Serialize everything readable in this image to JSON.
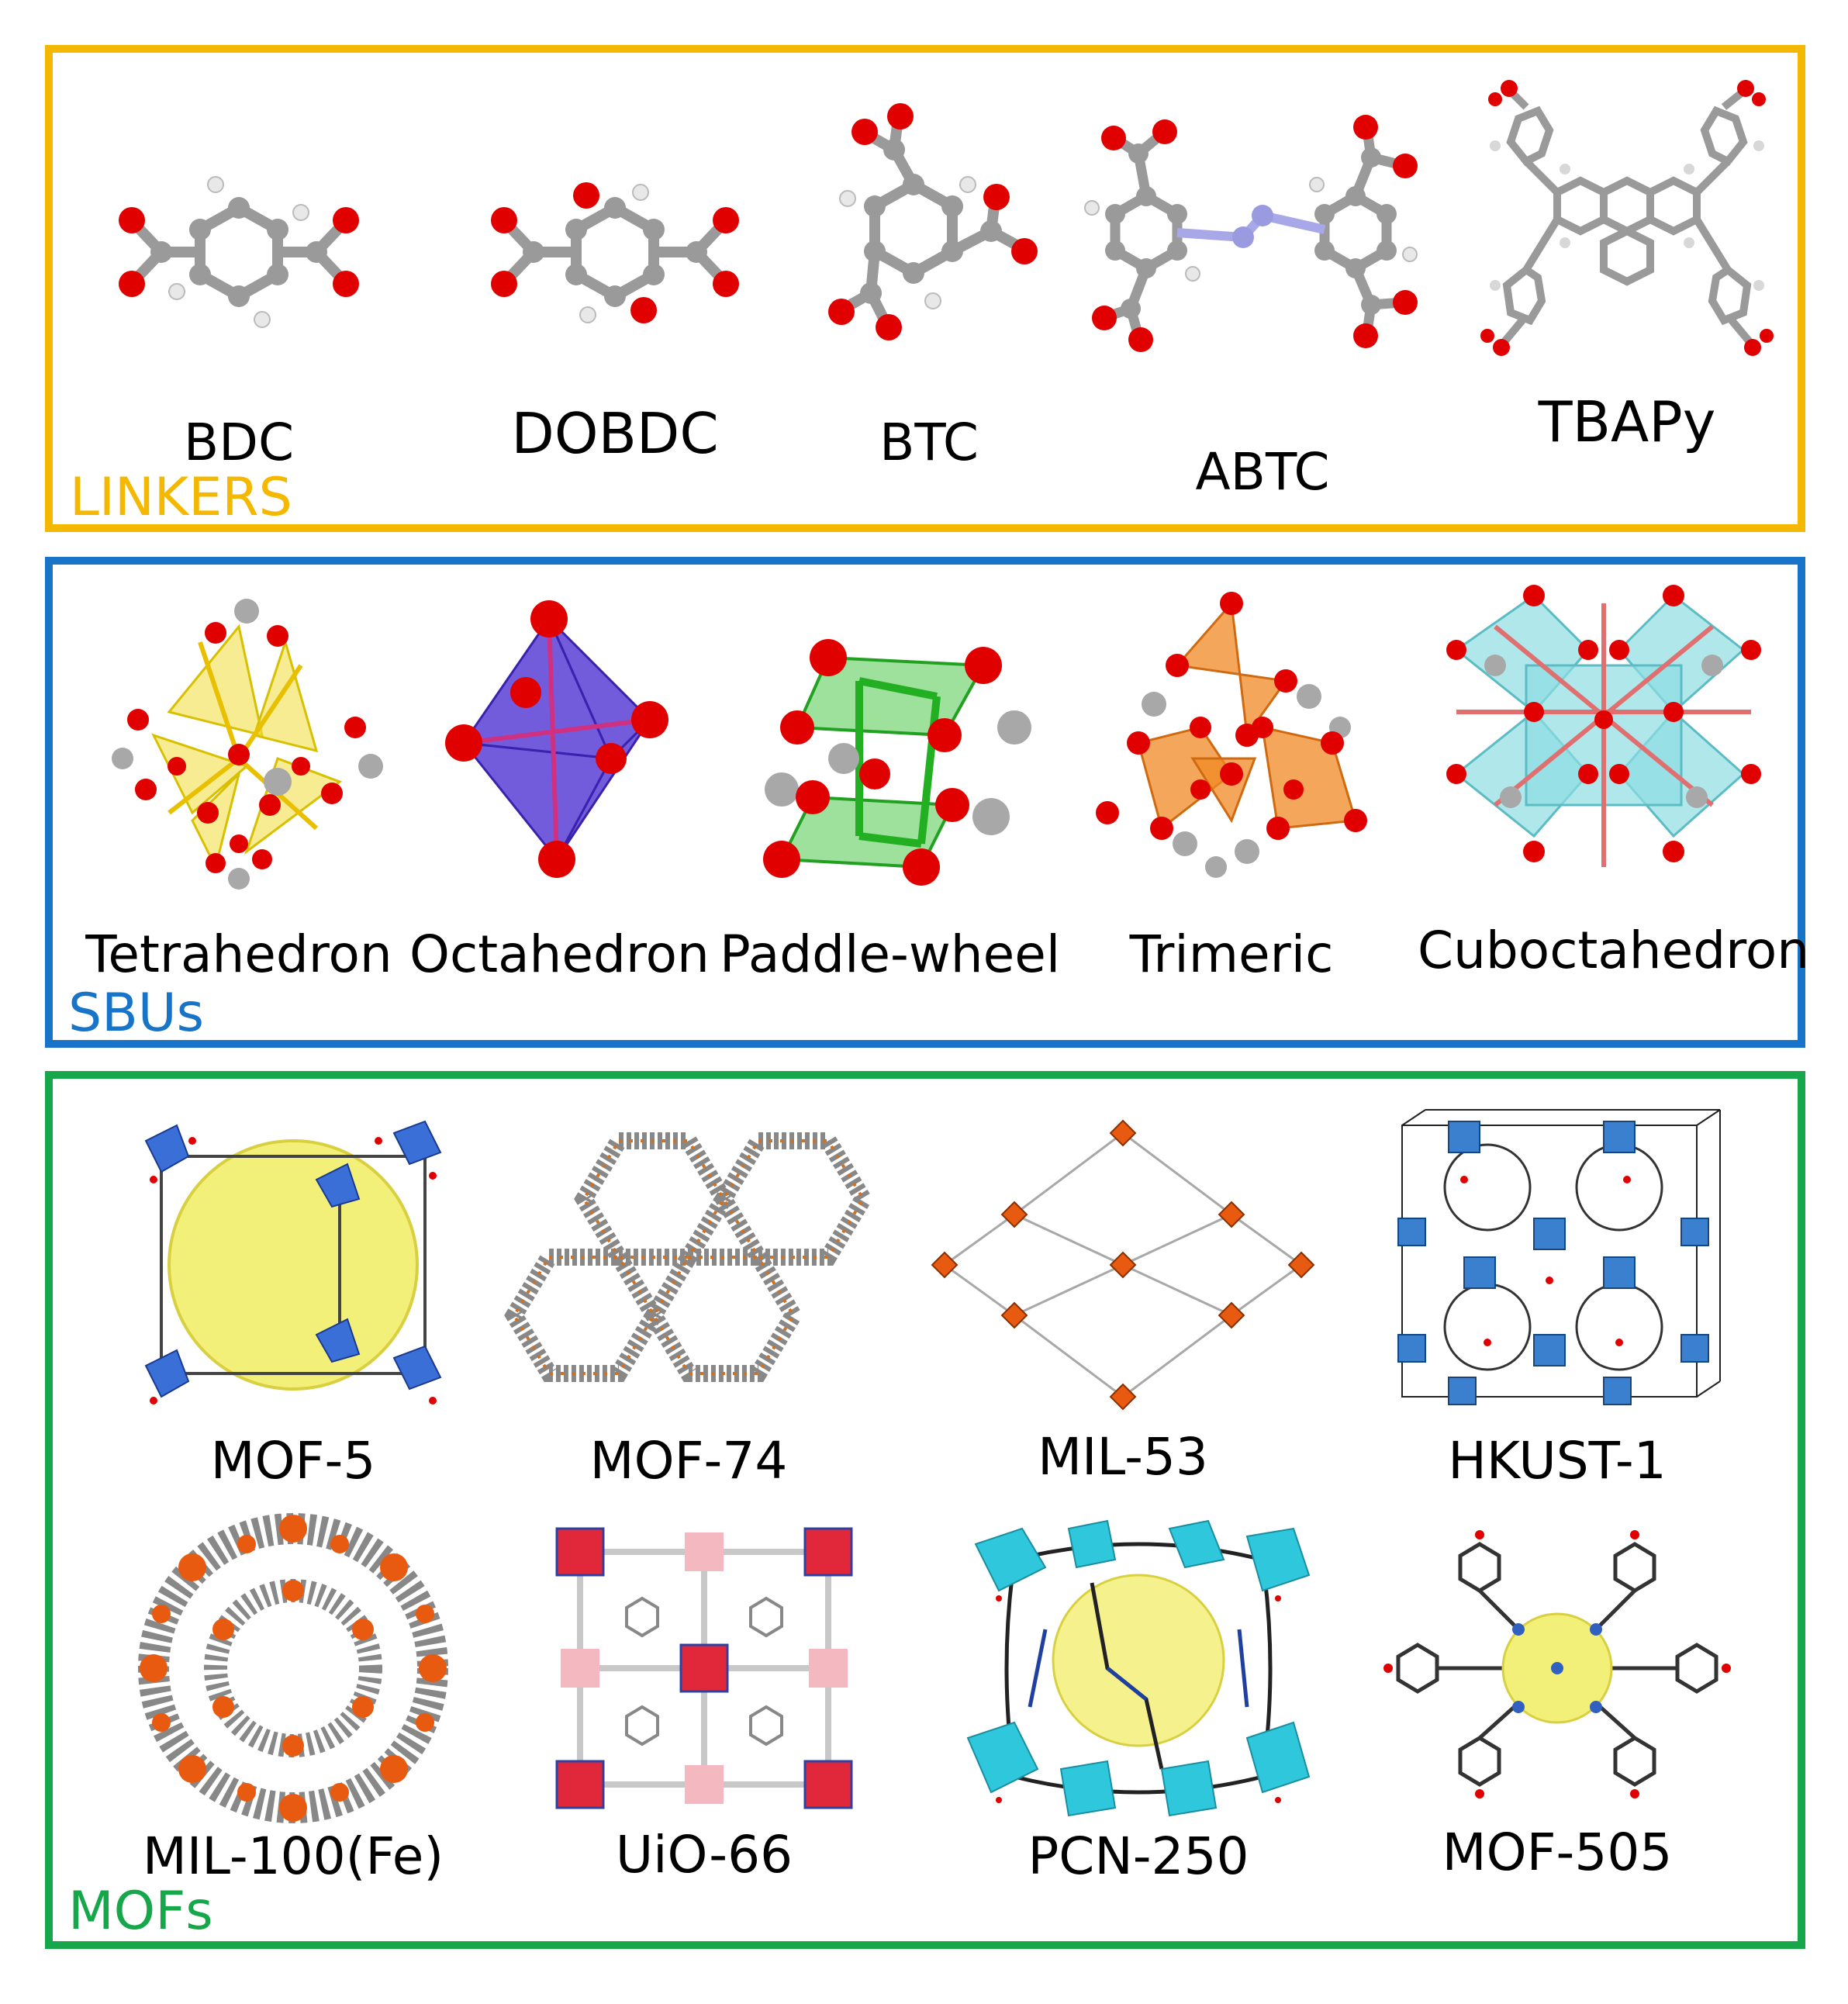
{
  "panels": {
    "linkers": {
      "title": "LINKERS",
      "color": "#F5B800",
      "items": [
        {
          "label": "BDC",
          "icon": "bdc-molecule-icon"
        },
        {
          "label": "DOBDC",
          "icon": "dobdc-molecule-icon"
        },
        {
          "label": "BTC",
          "icon": "btc-molecule-icon"
        },
        {
          "label": "ABTC",
          "icon": "abtc-molecule-icon"
        },
        {
          "label": "TBAPy",
          "icon": "tbapy-molecule-icon"
        }
      ]
    },
    "sbus": {
      "title": "SBUs",
      "color": "#1874C8",
      "items": [
        {
          "label": "Tetrahedron",
          "icon": "tetrahedron-sbu-icon"
        },
        {
          "label": "Octahedron",
          "icon": "octahedron-sbu-icon"
        },
        {
          "label": "Paddle-wheel",
          "icon": "paddle-wheel-sbu-icon"
        },
        {
          "label": "Trimeric",
          "icon": "trimeric-sbu-icon"
        },
        {
          "label": "Cuboctahedron",
          "icon": "cuboctahedron-sbu-icon"
        }
      ]
    },
    "mofs": {
      "title": "MOFs",
      "color": "#16A74B",
      "items": [
        {
          "label": "MOF-5",
          "icon": "mof-5-structure-icon"
        },
        {
          "label": "MOF-74",
          "icon": "mof-74-structure-icon"
        },
        {
          "label": "MIL-53",
          "icon": "mil-53-structure-icon"
        },
        {
          "label": "HKUST-1",
          "icon": "hkust-1-structure-icon"
        },
        {
          "label": "MIL-100(Fe)",
          "icon": "mil-100-fe-structure-icon"
        },
        {
          "label": "UiO-66",
          "icon": "uio-66-structure-icon"
        },
        {
          "label": "PCN-250",
          "icon": "pcn-250-structure-icon"
        },
        {
          "label": "MOF-505",
          "icon": "mof-505-structure-icon"
        }
      ]
    }
  },
  "colors": {
    "oxygen": "#E00000",
    "carbon": "#9A9A9A",
    "hydrogen": "#E8E8E8",
    "nitrogen": "#9A9AE0",
    "tetra_yellow": "#F2E04A",
    "octa_violet": "#5B3FD6",
    "paddle_green": "#3CC43C",
    "trimer_orange": "#F08A24",
    "cubo_cyan": "#8DDDE3",
    "mof_blue": "#3B6FD8",
    "mof_orange": "#E85A10",
    "pore_yellow": "#F3F07A",
    "pcn_cyan": "#2FC7DC"
  }
}
